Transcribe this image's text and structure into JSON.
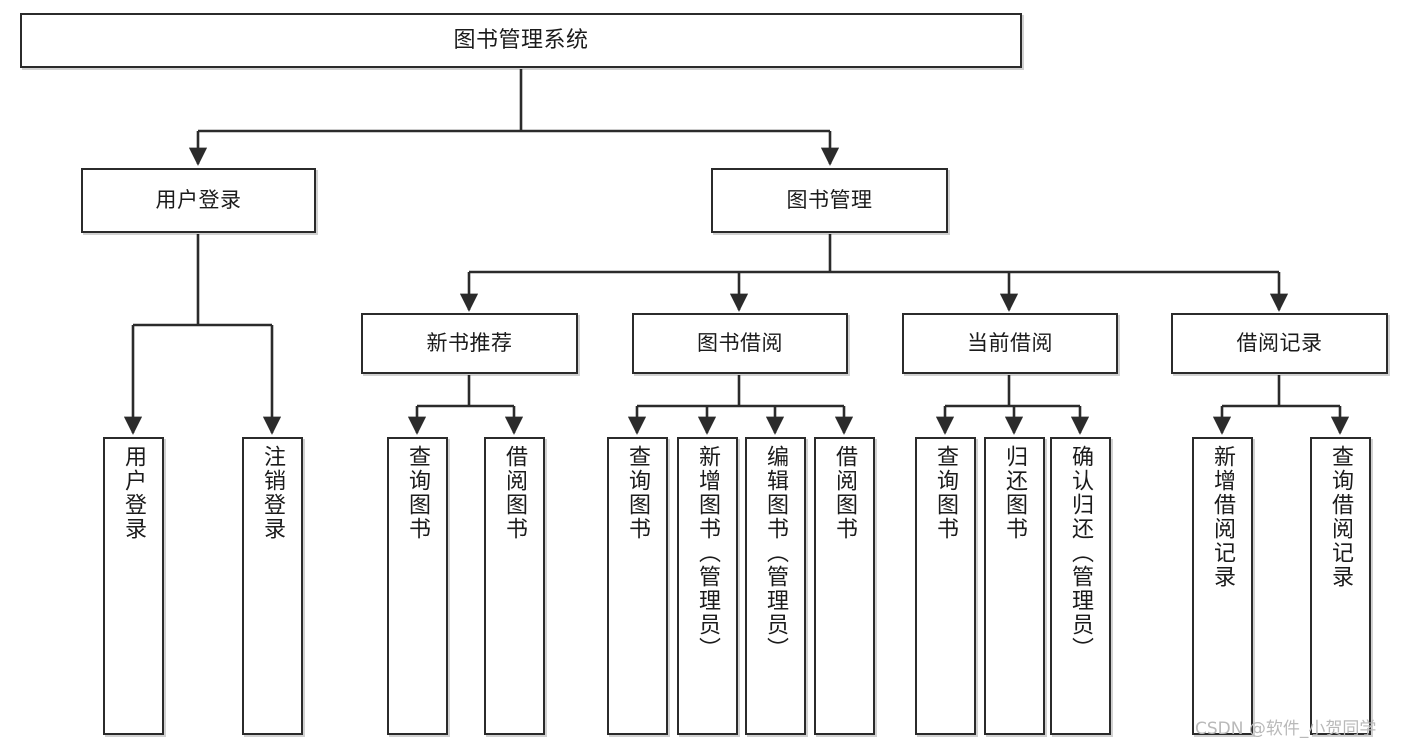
{
  "diagram": {
    "title": "图书管理系统",
    "type": "hierarchy-tree",
    "levels": 4,
    "line_color": "#2b2b2b",
    "box_fill": "#ffffff",
    "text_color": "#1b1b1b"
  },
  "root": {
    "label": "图书管理系统"
  },
  "level2": [
    {
      "label": "用户登录"
    },
    {
      "label": "图书管理"
    }
  ],
  "level3": [
    {
      "label": "新书推荐"
    },
    {
      "label": "图书借阅"
    },
    {
      "label": "当前借阅"
    },
    {
      "label": "借阅记录"
    }
  ],
  "leaves": {
    "user_login": [
      {
        "label": "用户登录"
      },
      {
        "label": "注销登录"
      }
    ],
    "new_book_recommend": [
      {
        "label": "查询图书"
      },
      {
        "label": "借阅图书"
      }
    ],
    "book_borrow": [
      {
        "label": "查询图书"
      },
      {
        "label": "新增图书（管理员）"
      },
      {
        "label": "编辑图书（管理员）"
      },
      {
        "label": "借阅图书"
      }
    ],
    "current_borrow": [
      {
        "label": "查询图书"
      },
      {
        "label": "归还图书"
      },
      {
        "label": "确认归还（管理员）"
      }
    ],
    "borrow_record": [
      {
        "label": "新增借阅记录"
      },
      {
        "label": "查询借阅记录"
      }
    ]
  },
  "watermark": {
    "text": "CSDN @软件_小贺同学"
  }
}
